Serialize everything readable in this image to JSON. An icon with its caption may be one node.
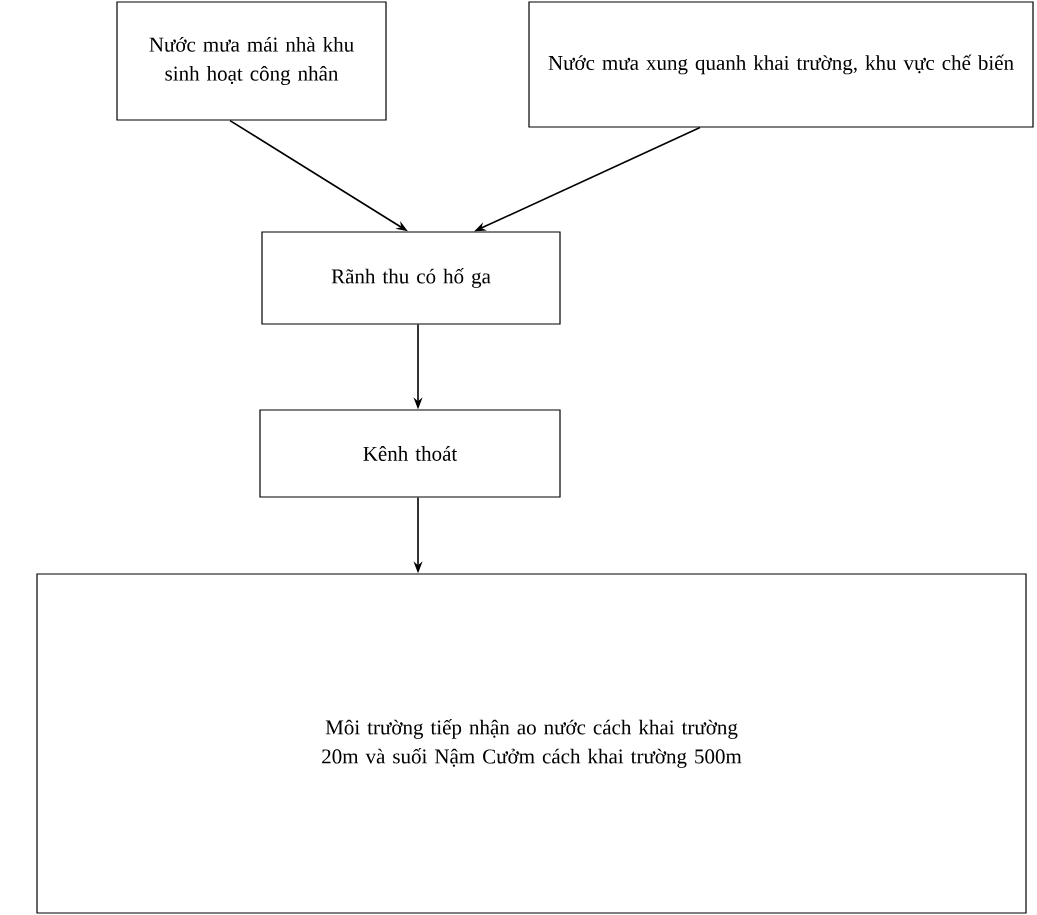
{
  "diagram": {
    "nodes": [
      {
        "text": [
          "Nước mưa mái nhà khu sinh hoạt công nhân"
        ]
      },
      {
        "text": [
          "Nước mưa xung quanh khai trường, khu vực chế biến"
        ]
      },
      {
        "text": [
          "Rãnh thu có hố ga"
        ]
      },
      {
        "text": [
          "Kênh thoát"
        ]
      },
      {
        "text": [
          "Môi trường tiếp nhận ao nước cách khai trường 20m và suối Nậm Cưởm cách khai trường 500m"
        ]
      }
    ],
    "edges": [
      {
        "from": 0,
        "to": 2,
        "arrow": "to"
      },
      {
        "from": 1,
        "to": 2,
        "arrow": "to"
      },
      {
        "from": 2,
        "to": 3,
        "arrow": "to"
      },
      {
        "from": 3,
        "to": 4,
        "arrow": "to"
      }
    ]
  }
}
